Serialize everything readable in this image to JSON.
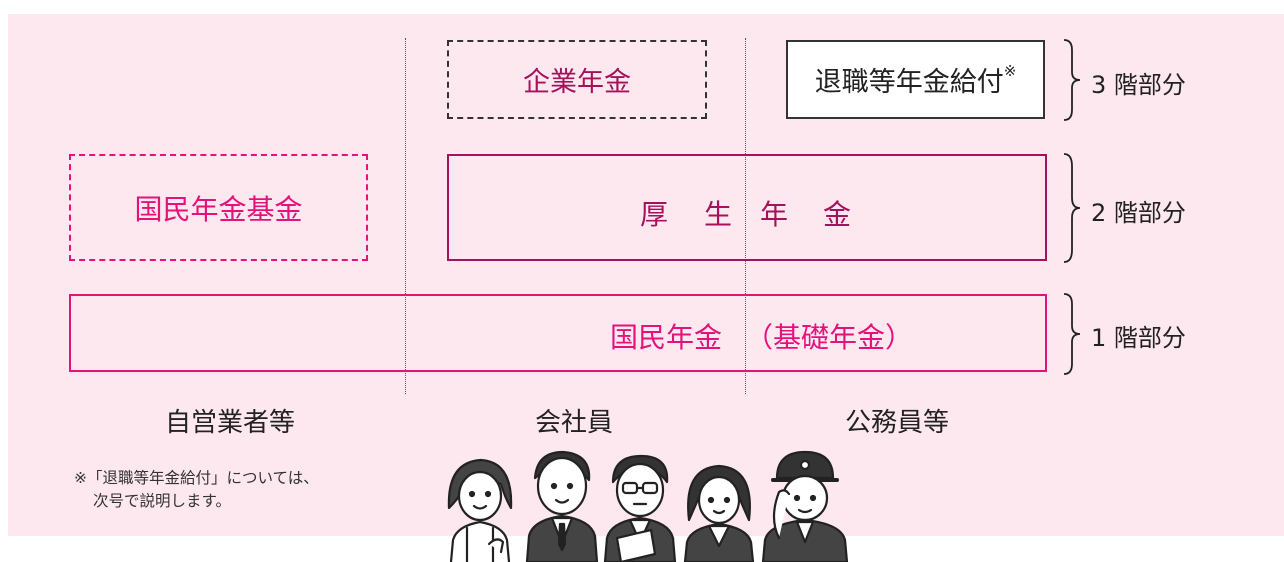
{
  "boxes": {
    "corporate_pension": "企業年金",
    "retirement_benefit": "退職等年金給付",
    "retirement_benefit_mark": "※",
    "national_pension_fund": "国民年金基金",
    "welfare_pension": [
      "厚",
      "生",
      "年",
      "金"
    ],
    "national_pension": "国民年金",
    "basic_pension": "（基礎年金）"
  },
  "levels": [
    "3 階部分",
    "2 階部分",
    "1 階部分"
  ],
  "columns": [
    "自営業者等",
    "会社員",
    "公務員等"
  ],
  "footnote": {
    "line1": "※「退職等年金給付」については、",
    "line2": "次号で説明します。"
  },
  "colors": {
    "magenta": "#e4127b",
    "plum": "#a3135c",
    "background": "#fde8ef",
    "black": "#222222"
  }
}
